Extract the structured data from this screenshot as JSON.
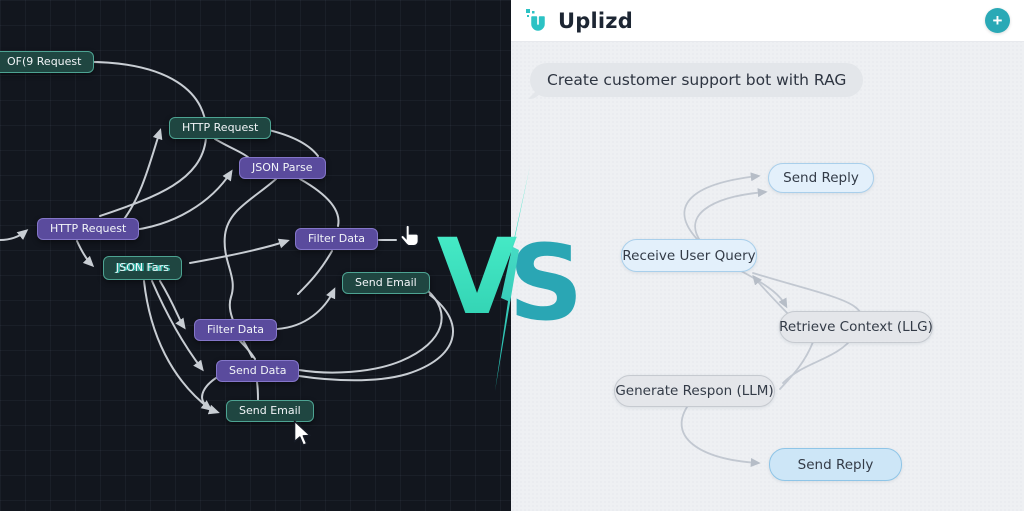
{
  "left_panel": {
    "nodes": [
      {
        "label": "OF(9 Request",
        "type": "teal"
      },
      {
        "label": "HTTP Request",
        "type": "teal"
      },
      {
        "label": "JSON Parse",
        "type": "purple"
      },
      {
        "label": "HTTP Request",
        "type": "purple"
      },
      {
        "label": "Filter Data",
        "type": "purple"
      },
      {
        "label": "JSON Fars",
        "type": "teal-glitch"
      },
      {
        "label": "Send Email",
        "type": "teal"
      },
      {
        "label": "Filter Data",
        "type": "purple"
      },
      {
        "label": "Send Data",
        "type": "purple"
      },
      {
        "label": "Send Email",
        "type": "teal"
      }
    ],
    "cursors": [
      "pointer-hand",
      "arrow"
    ]
  },
  "versus": {
    "v": "V",
    "s": "S"
  },
  "right_panel": {
    "header": {
      "brand": "Uplizd",
      "add_button": "+"
    },
    "chat_message": "Create customer support bot with RAG",
    "nodes": [
      {
        "label": "Send Reply",
        "type": "blue"
      },
      {
        "label": "Receive User Query",
        "type": "blue"
      },
      {
        "label": "Retrieve Context (LLG)",
        "type": "gray"
      },
      {
        "label": "Generate Respon (LLM)",
        "type": "gray"
      },
      {
        "label": "Send Reply",
        "type": "blue-strong"
      }
    ]
  },
  "colors": {
    "left_bg": "#12161e",
    "node_purple": "#5a4b9d",
    "node_teal": "#1f4641",
    "edge_dark_panel": "#d8dde3",
    "right_bg": "#eef0f3",
    "brand_teal": "#2aa9b6",
    "node_blue": "#e3f0fb",
    "node_gray": "#e4e6ea",
    "edge_light_panel": "#c2c8d1",
    "vs_v": "#3fe9c3",
    "vs_s": "#2aa6b4"
  }
}
